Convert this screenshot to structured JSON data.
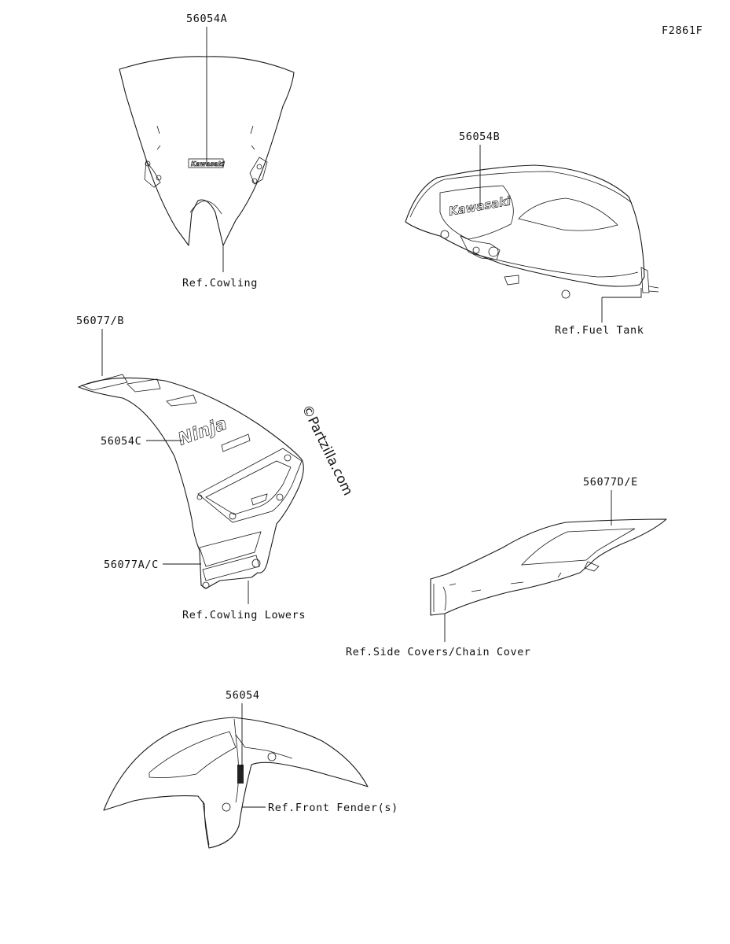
{
  "figure_code": "F2861F",
  "watermark": "©Partzilla.com",
  "parts": [
    {
      "id": "56054A",
      "ref": "Ref.Cowling"
    },
    {
      "id": "56054B",
      "ref": "Ref.Fuel Tank"
    },
    {
      "id": "56077/B",
      "ref": ""
    },
    {
      "id": "56054C",
      "ref": ""
    },
    {
      "id": "56077A/C",
      "ref": "Ref.Cowling Lowers"
    },
    {
      "id": "56077D/E",
      "ref": "Ref.Side Covers/Chain Cover"
    },
    {
      "id": "56054",
      "ref": "Ref.Front Fender(s)"
    }
  ],
  "decal_text": {
    "windscreen": "Kawasaki",
    "tank": "Kawasaki",
    "cowl": "Ninja"
  }
}
